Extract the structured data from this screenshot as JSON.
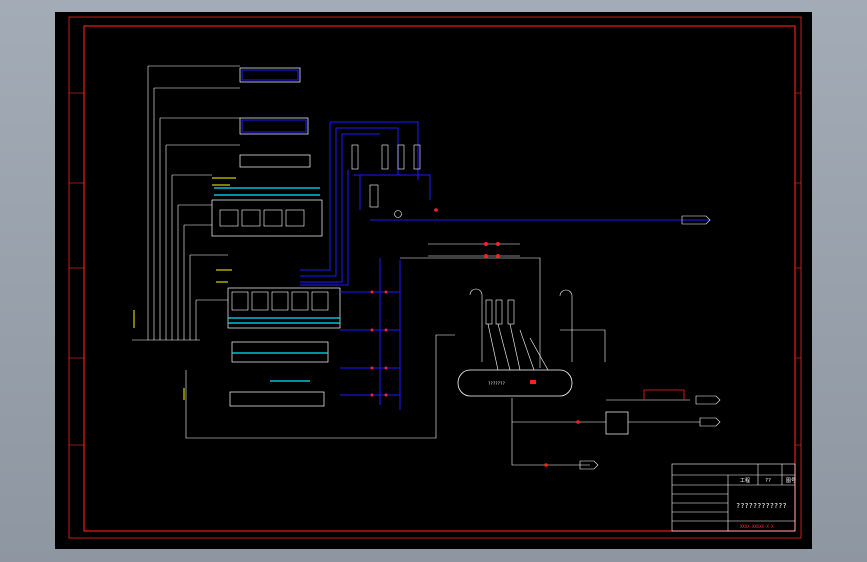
{
  "drawing": {
    "title_block": {
      "header_left": "工程",
      "header_mid": "??",
      "header_right": "图号",
      "drawing_name": "????????????",
      "drawing_code": "XXXX-XXXXX-X-X"
    },
    "vessel_label": "???????",
    "border_color": "#ff2020",
    "colors": {
      "background": "#000000",
      "primary_line": "#ffffff",
      "process_line": "#1a1aff",
      "cyan_line": "#00e5ff",
      "yellow_line": "#ffff00",
      "accent_red": "#ff2020"
    }
  }
}
